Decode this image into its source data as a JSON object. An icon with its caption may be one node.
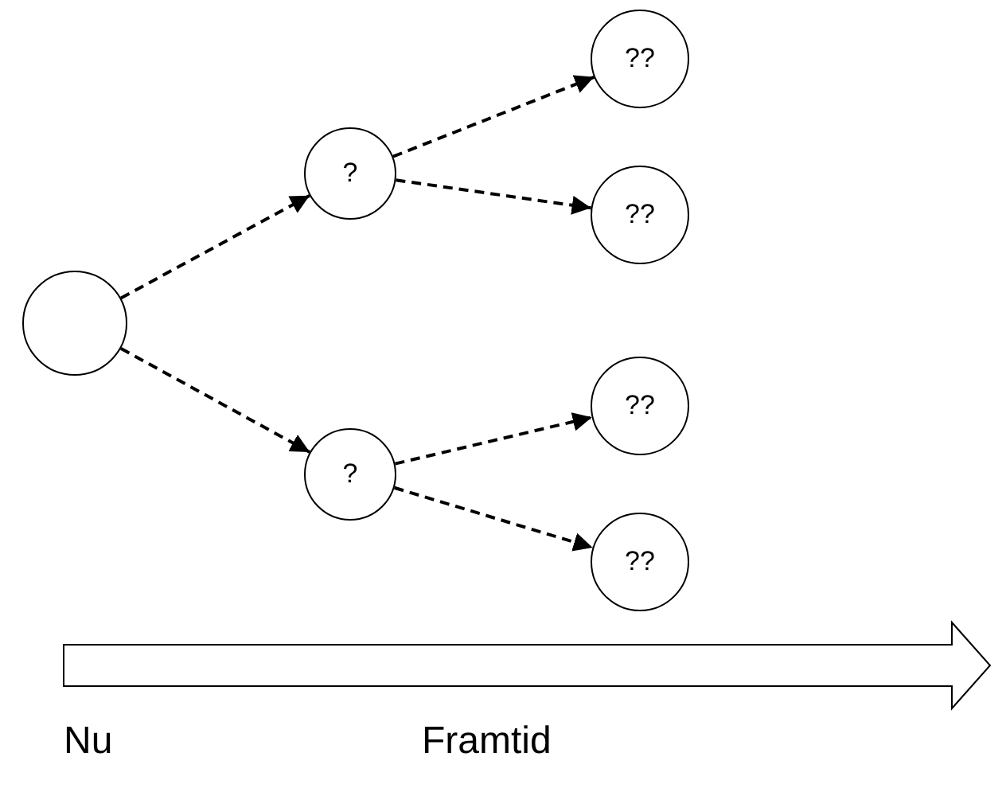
{
  "diagram": {
    "nodes": [
      {
        "text": [],
        "shape": "circle"
      },
      {
        "text": [
          "?"
        ]
      },
      {
        "text": [
          "?"
        ]
      },
      {
        "text": [
          "??"
        ]
      },
      {
        "text": [
          "??"
        ]
      },
      {
        "text": [
          "??"
        ]
      },
      {
        "text": [
          "??"
        ]
      }
    ],
    "edges": [
      {
        "from": 0,
        "to": 1,
        "arrow": "to",
        "style": "dashed"
      },
      {
        "from": 0,
        "to": 2,
        "arrow": "to",
        "style": "dashed"
      },
      {
        "from": 1,
        "to": 3,
        "arrow": "to",
        "style": "dashed"
      },
      {
        "from": 1,
        "to": 4,
        "arrow": "to",
        "style": "dashed"
      },
      {
        "from": 2,
        "to": 5,
        "arrow": "to",
        "style": "dashed"
      },
      {
        "from": 2,
        "to": 6,
        "arrow": "to",
        "style": "dashed"
      }
    ],
    "labels": [
      "Nu",
      "Framtid"
    ]
  }
}
